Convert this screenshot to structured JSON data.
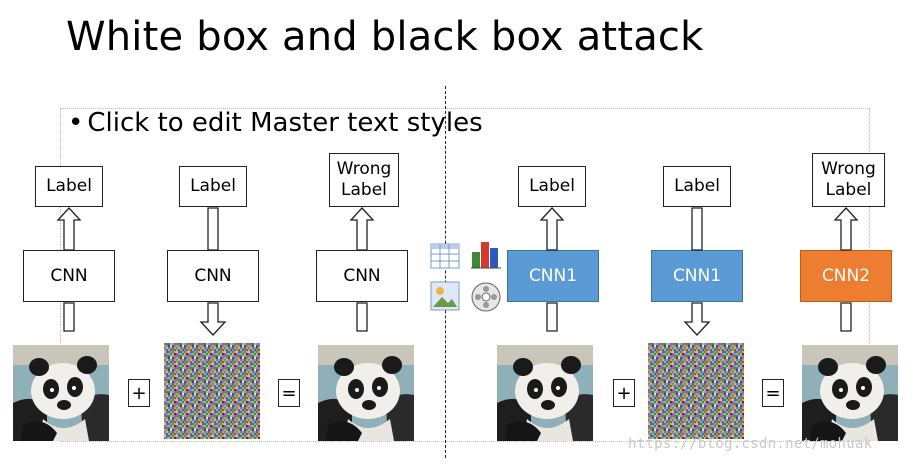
{
  "slide": {
    "title": "White box and black box attack",
    "bullet": "Click to edit Master text styles",
    "watermark": "https://blog.csdn.net/mohuak"
  },
  "white_box": {
    "label_1": "Label",
    "label_2": "Label",
    "label_3": "Wrong\nLabel",
    "model_1": "CNN",
    "model_2": "CNN",
    "model_3": "CNN",
    "plus": "+",
    "equals": "="
  },
  "black_box": {
    "label_1": "Label",
    "label_2": "Label",
    "label_3": "Wrong\nLabel",
    "model_1": "CNN1",
    "model_2": "CNN1",
    "model_3": "CNN2",
    "plus": "+",
    "equals": "="
  },
  "placeholder_icons": [
    "insert-table-icon",
    "insert-chart-icon",
    "insert-picture-icon",
    "insert-media-icon"
  ],
  "colors": {
    "cnn1_fill": "#5b9bd5",
    "cnn2_fill": "#ed7d31"
  }
}
